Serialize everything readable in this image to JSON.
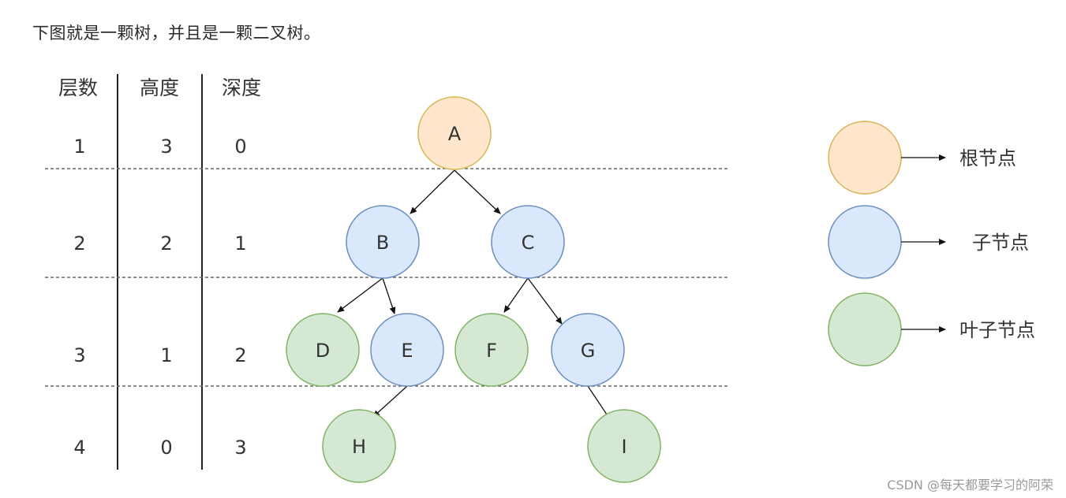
{
  "intro_text": "下图就是一颗树，并且是一颗二叉树。",
  "table": {
    "headers": [
      "层数",
      "高度",
      "深度"
    ],
    "rows": [
      {
        "level": "1",
        "height": "3",
        "depth": "0"
      },
      {
        "level": "2",
        "height": "2",
        "depth": "1"
      },
      {
        "level": "3",
        "height": "1",
        "depth": "2"
      },
      {
        "level": "4",
        "height": "0",
        "depth": "3"
      }
    ]
  },
  "tree": {
    "nodes": [
      {
        "id": "A",
        "label": "A",
        "type": "root"
      },
      {
        "id": "B",
        "label": "B",
        "type": "child"
      },
      {
        "id": "C",
        "label": "C",
        "type": "child"
      },
      {
        "id": "D",
        "label": "D",
        "type": "leaf"
      },
      {
        "id": "E",
        "label": "E",
        "type": "child"
      },
      {
        "id": "F",
        "label": "F",
        "type": "leaf"
      },
      {
        "id": "G",
        "label": "G",
        "type": "child"
      },
      {
        "id": "H",
        "label": "H",
        "type": "leaf"
      },
      {
        "id": "I",
        "label": "I",
        "type": "leaf"
      }
    ],
    "edges": [
      [
        "A",
        "B"
      ],
      [
        "A",
        "C"
      ],
      [
        "B",
        "D"
      ],
      [
        "B",
        "E"
      ],
      [
        "C",
        "F"
      ],
      [
        "C",
        "G"
      ],
      [
        "E",
        "H"
      ],
      [
        "G",
        "I"
      ]
    ]
  },
  "legend": [
    {
      "type": "root",
      "label": "根节点"
    },
    {
      "type": "child",
      "label": "子节点"
    },
    {
      "type": "leaf",
      "label": "叶子节点"
    }
  ],
  "colors": {
    "root_fill": "#ffe6cc",
    "root_stroke": "#d6b656",
    "child_fill": "#dae8fc",
    "child_stroke": "#6c8ebf",
    "leaf_fill": "#d5e8d4",
    "leaf_stroke": "#82b366",
    "line": "#333333",
    "dashed": "#666666"
  },
  "watermark": "CSDN @每天都要学习的阿荣"
}
